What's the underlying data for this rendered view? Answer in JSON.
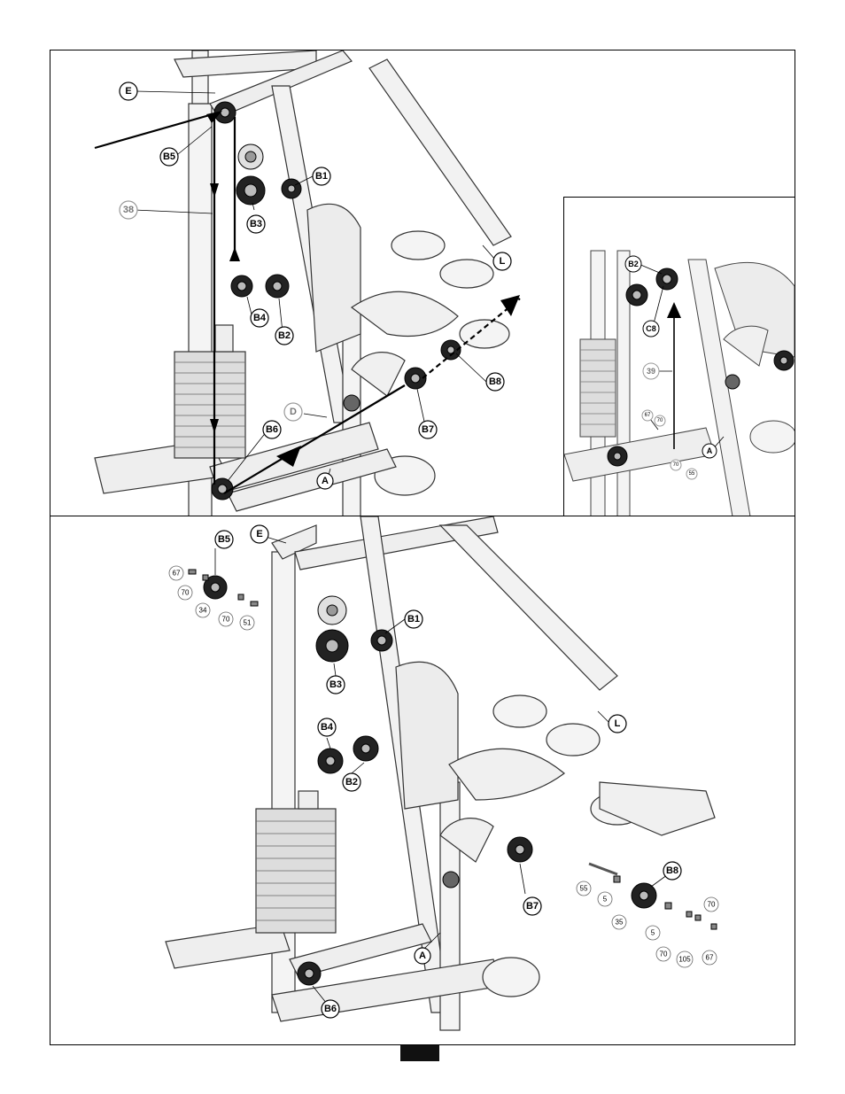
{
  "top_callouts": {
    "E": "E",
    "B5": "B5",
    "B1": "B1",
    "B3": "B3",
    "38": "38",
    "L": "L",
    "B4": "B4",
    "B2": "B2",
    "B8": "B8",
    "D": "D",
    "B7": "B7",
    "B6": "B6",
    "A": "A"
  },
  "inset_callouts": {
    "B2": "B2",
    "C8": "C8",
    "39": "39",
    "67": "67",
    "70a": "70",
    "A": "A",
    "70b": "70",
    "55": "55"
  },
  "bottom_callouts": {
    "B5": "B5",
    "E": "E",
    "67a": "67",
    "70a": "70",
    "34": "34",
    "70b": "70",
    "51": "51",
    "B1": "B1",
    "B3": "B3",
    "L": "L",
    "B4": "B4",
    "B2": "B2",
    "B8": "B8",
    "55": "55",
    "5a": "5",
    "B7": "B7",
    "35": "35",
    "5b": "5",
    "70c": "70",
    "70d": "70",
    "105": "105",
    "67b": "67",
    "A": "A",
    "B6": "B6"
  }
}
